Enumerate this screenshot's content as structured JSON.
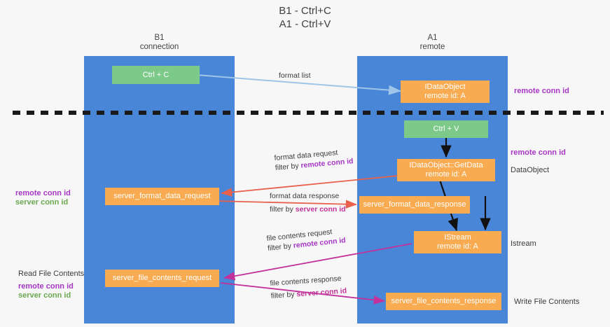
{
  "title": {
    "line1": "B1 - Ctrl+C",
    "line2": "A1 - Ctrl+V"
  },
  "columns": {
    "left": {
      "name": "B1",
      "role": "connection"
    },
    "right": {
      "name": "A1",
      "role": "remote"
    }
  },
  "boxes": {
    "ctrl_c": {
      "label": "Ctrl + C",
      "color": "#7dc98a"
    },
    "ctrl_v": {
      "label": "Ctrl + V",
      "color": "#7dc98a"
    },
    "idataobject": {
      "line1": "IDataObject",
      "line2": "remote id: A",
      "color": "#f9ab51"
    },
    "getdata": {
      "line1": "IDataObject::GetData",
      "line2": "remote id: A",
      "color": "#f9ab51"
    },
    "istream": {
      "line1": "IStream",
      "line2": "remote id: A",
      "color": "#f9ab51"
    },
    "server_format_data_request": {
      "label": "server_format_data_request",
      "color": "#f9ab51"
    },
    "server_format_data_response": {
      "label": "server_format_data_response",
      "color": "#f9ab51"
    },
    "server_file_contents_request": {
      "label": "server_file_contents_request",
      "color": "#f9ab51"
    },
    "server_file_contents_response": {
      "label": "server_file_contents_response",
      "color": "#f9ab51"
    }
  },
  "edges": {
    "format_list": {
      "label": "format list"
    },
    "format_data_request": {
      "label": "format data request",
      "filter_prefix": "filter by ",
      "filter_key": "remote conn id"
    },
    "format_data_response": {
      "label": "format data response",
      "filter_prefix": "filter by ",
      "filter_key": "server conn id"
    },
    "file_contents_request": {
      "label": "file contents request",
      "filter_prefix": "filter by ",
      "filter_key": "remote conn id"
    },
    "file_contents_response": {
      "label": "file contents response",
      "filter_prefix": "filter by ",
      "filter_key": "server conn id"
    }
  },
  "right_labels": {
    "remote_conn_id_top": "remote conn id",
    "remote_conn_id_mid": "remote conn id",
    "dataobject": "DataObject",
    "istream": "Istream",
    "write_file_contents": "Write File Contents"
  },
  "left_labels": {
    "remote_conn_id_mid": "remote conn id",
    "server_conn_id_mid": "server conn id",
    "read_file_contents": "Read File Contents",
    "remote_conn_id_bottom": "remote conn id",
    "server_conn_id_bottom": "server conn id"
  },
  "colors": {
    "lane": "#4a86d8",
    "green_box": "#7dc98a",
    "orange_box": "#f9ab51",
    "purple_text": "#a637c4",
    "green_text": "#6aa84f",
    "magenta_text": "#c2329a",
    "divider": "#1a1a1a",
    "arrow_format_list": "#9fc5e8",
    "arrow_black": "#111111",
    "arrow_red": "#e8614d",
    "arrow_magenta": "#c2329a"
  }
}
